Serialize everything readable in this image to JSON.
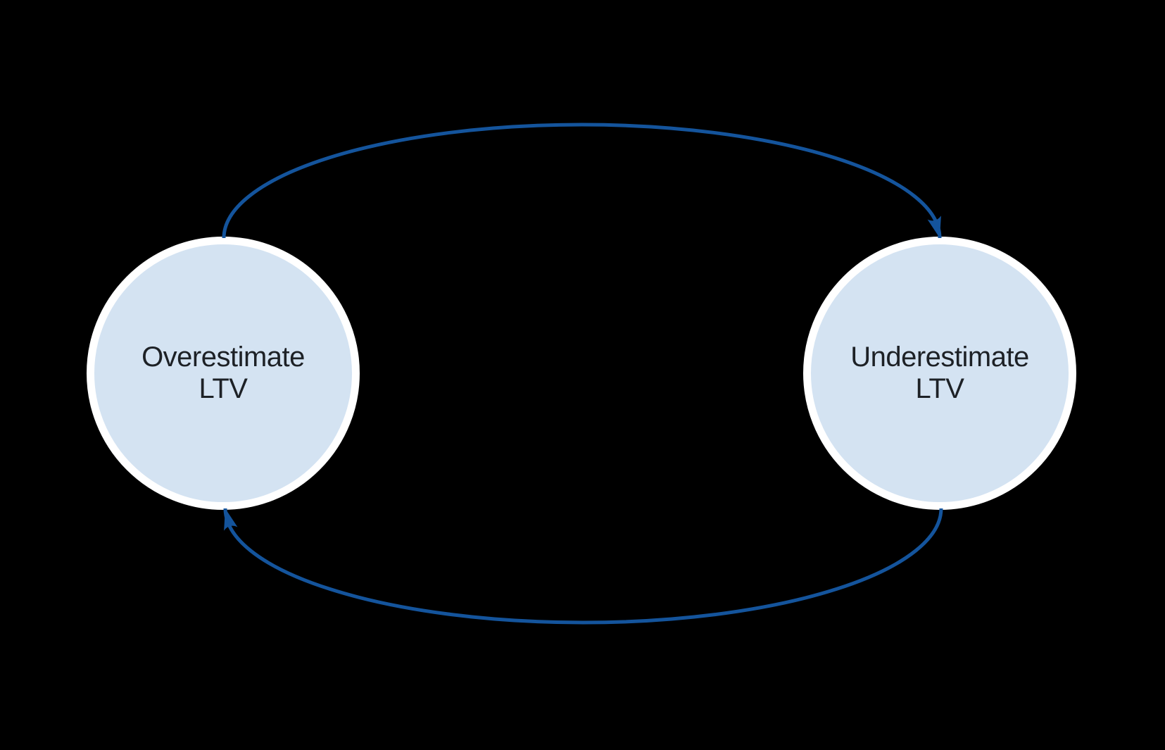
{
  "canvas": {
    "background": "#000000"
  },
  "colors": {
    "arrow": "#14549c",
    "node_fill": "#d4e3f2",
    "node_ring": "#ffffff",
    "label_text": "#1d2126"
  },
  "nodes": [
    {
      "id": "overestimate-ltv",
      "label": "Overestimate LTV",
      "lines": [
        "Overestimate",
        "LTV"
      ]
    },
    {
      "id": "underestimate-ltv",
      "label": "Underestimate LTV",
      "lines": [
        "Underestimate",
        "LTV"
      ]
    }
  ],
  "edges": [
    {
      "from": "Overestimate LTV",
      "to": "Underestimate LTV",
      "route": "top-arc"
    },
    {
      "from": "Underestimate LTV",
      "to": "Overestimate LTV",
      "route": "bottom-arc"
    }
  ]
}
